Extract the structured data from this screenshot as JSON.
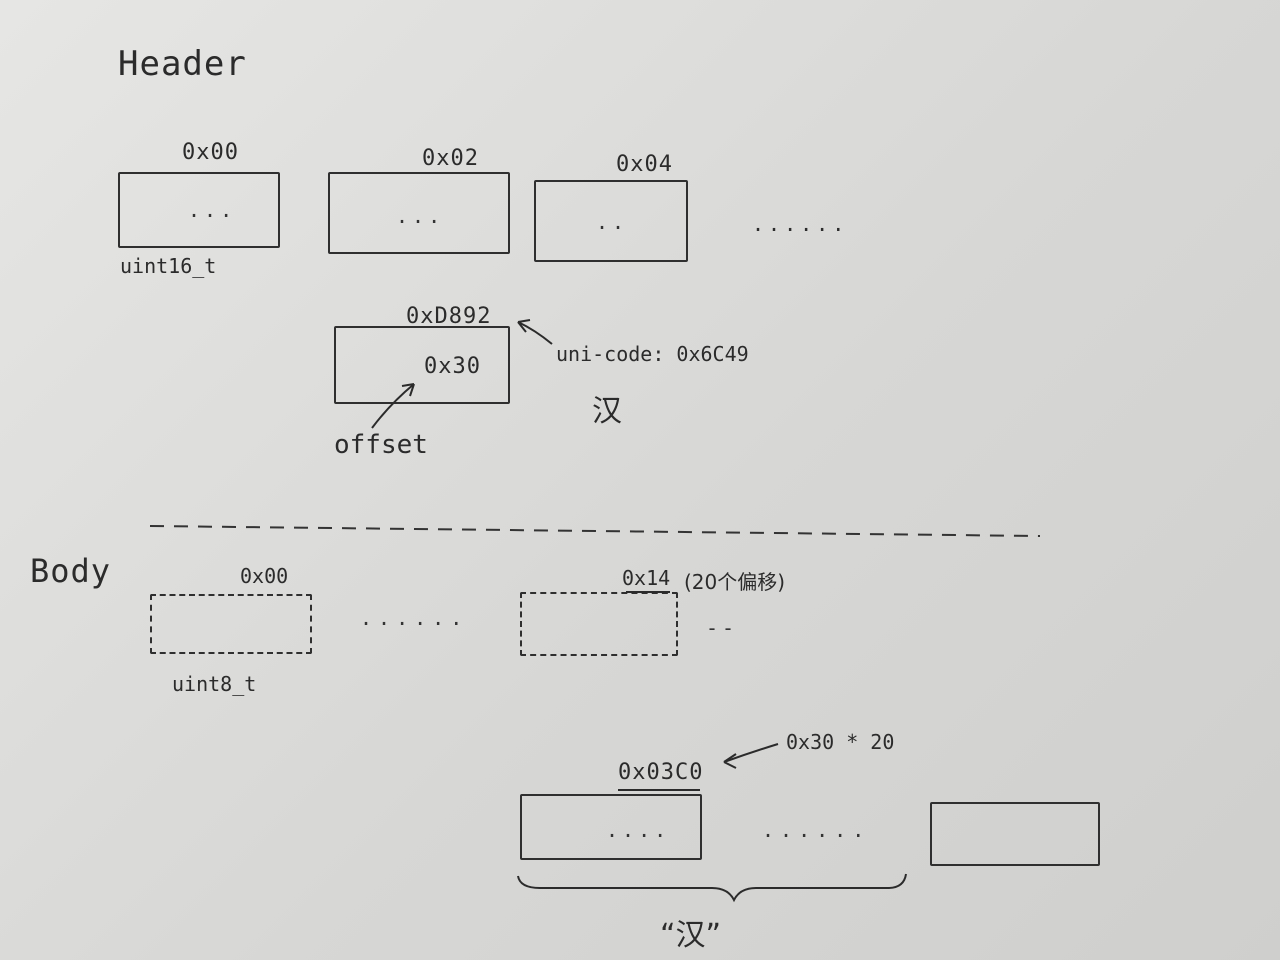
{
  "header": {
    "title": "Header",
    "cells": [
      "0x00",
      "0x02",
      "0x04"
    ],
    "cell_type": "uint16_t",
    "ellipsis": "......",
    "entry_address": "0xD892",
    "entry_value": "0x30",
    "offset_label": "offset",
    "unicode_note": "uni-code: 0x6C49",
    "glyph": "汉"
  },
  "body": {
    "title": "Body",
    "cell_start": "0x00",
    "cell_type": "uint8_t",
    "cell_20": "0x14",
    "cell_20_note": "(20个偏移)",
    "glyph_address": "0x03C0",
    "glyph_formula": "0x30 * 20",
    "glyph_label": "“汉”"
  }
}
